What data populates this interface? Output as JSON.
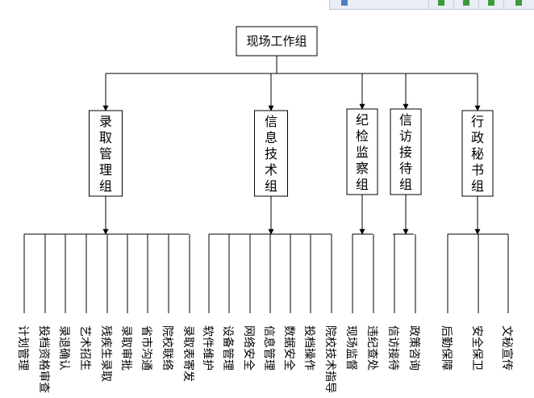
{
  "root": {
    "label": "现场工作组"
  },
  "groups": [
    {
      "label": "录取管理组",
      "leaves": [
        "计划管理",
        "投档资格审查",
        "录退确认",
        "艺术招生",
        "残疾生录取",
        "录取审批",
        "省市沟通",
        "院校联络",
        "录取表寄发"
      ]
    },
    {
      "label": "信息技术组",
      "leaves": [
        "软件维护",
        "设备管理",
        "网络安全",
        "信息管理",
        "数据安全",
        "投档操作",
        "院校技术指导"
      ]
    },
    {
      "label": "纪检监察组",
      "leaves": [
        "现场监督",
        "违纪查处"
      ]
    },
    {
      "label": "信访接待组",
      "leaves": [
        "信访接待",
        "政策咨询"
      ]
    },
    {
      "label": "行政秘书组",
      "leaves": [
        "后勤保障",
        "安全保卫",
        "文秘宣传"
      ]
    }
  ],
  "colors": {
    "line": "#000000",
    "box_fill": "#ffffff",
    "toolbar_bg": "#e9eef5",
    "icon_green": "#3c9a3c",
    "icon_blue": "#4a7fc0"
  }
}
